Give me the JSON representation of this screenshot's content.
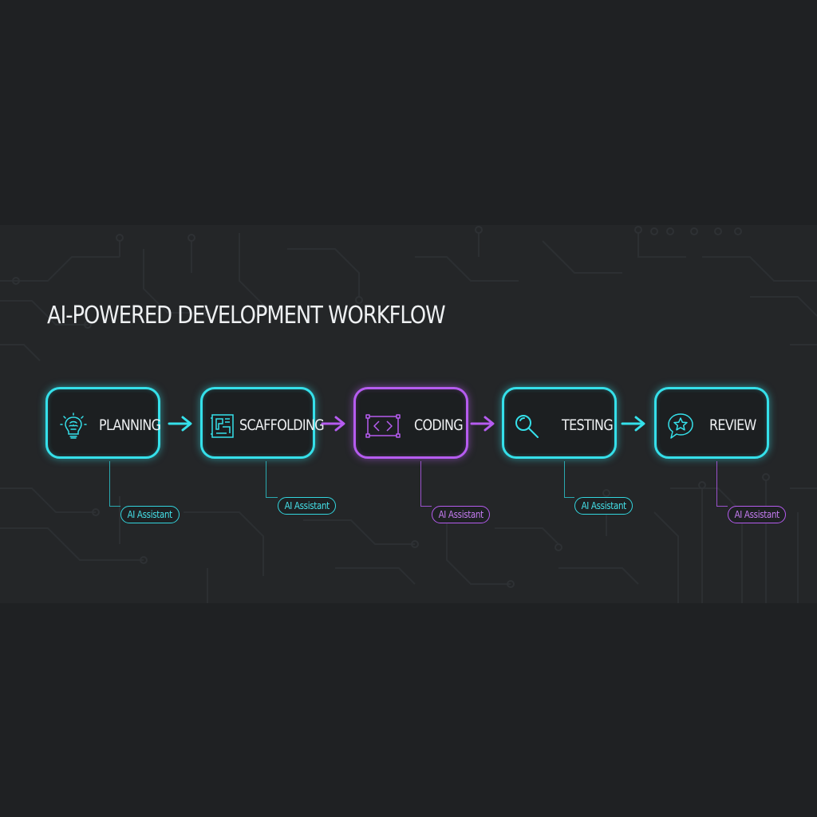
{
  "diagram": {
    "title": "AI-POWERED DEVELOPMENT WORKFLOW",
    "colors": {
      "background": "#1f2123",
      "band": "#242628",
      "cyan": "#35e0ea",
      "purple": "#b65cf0",
      "text": "#eef0f2"
    },
    "steps": [
      {
        "label": "PLANNING",
        "icon": "lightbulb-brain-icon",
        "accent": "cyan",
        "badge": "AI Assistant",
        "badge_accent": "cyan"
      },
      {
        "label": "SCAFFOLDING",
        "icon": "blueprint-icon",
        "accent": "cyan",
        "badge": "AI Assistant",
        "badge_accent": "cyan"
      },
      {
        "label": "CODING",
        "icon": "code-brackets-icon",
        "accent": "purple",
        "badge": "AI Assistant",
        "badge_accent": "purple"
      },
      {
        "label": "TESTING",
        "icon": "magnifier-icon",
        "accent": "cyan",
        "badge": "AI Assistant",
        "badge_accent": "cyan"
      },
      {
        "label": "REVIEW",
        "icon": "star-speech-bubble-icon",
        "accent": "cyan",
        "badge": "AI Assistant",
        "badge_accent": "purple"
      }
    ],
    "arrows": [
      {
        "from": "PLANNING",
        "to": "SCAFFOLDING",
        "accent": "cyan"
      },
      {
        "from": "SCAFFOLDING",
        "to": "CODING",
        "accent": "purple"
      },
      {
        "from": "CODING",
        "to": "TESTING",
        "accent": "purple"
      },
      {
        "from": "TESTING",
        "to": "REVIEW",
        "accent": "cyan"
      }
    ]
  }
}
